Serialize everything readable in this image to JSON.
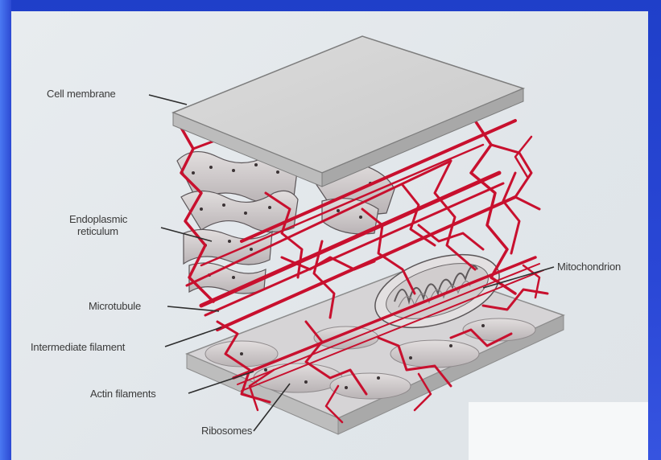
{
  "labels": {
    "cell_membrane": "Cell membrane",
    "er_line1": "Endoplasmic",
    "er_line2": "reticulum",
    "microtubule": "Microtubule",
    "intermediate_filament": "Intermediate filament",
    "actin_filaments": "Actin filaments",
    "ribosomes": "Ribosomes",
    "mitochondrion": "Mitochondrion"
  },
  "colors": {
    "background_blue": "#2a47d6",
    "plate": "#e4e8eb",
    "membrane": "#d8d8d8",
    "filament_red": "#c8102e",
    "er_gray": "#cfcbcc"
  }
}
